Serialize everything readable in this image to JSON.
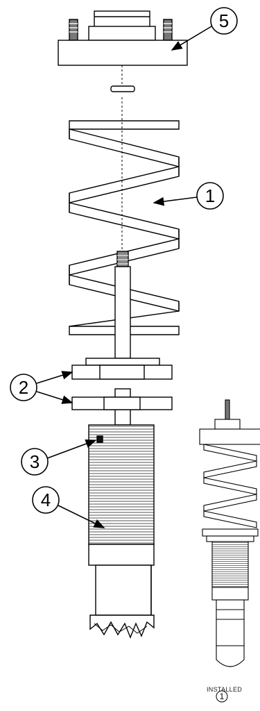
{
  "callouts": [
    {
      "id": "spring",
      "number": "1"
    },
    {
      "id": "spacers",
      "number": "2"
    },
    {
      "id": "adjuster-screw",
      "number": "3"
    },
    {
      "id": "threaded-collar",
      "number": "4"
    },
    {
      "id": "top-mount",
      "number": "5"
    }
  ],
  "installed_caption": "INSTALLED",
  "page_mark": "1",
  "colors": {
    "ink": "#000000",
    "paper": "#ffffff",
    "shade": "#cfcfcf"
  }
}
